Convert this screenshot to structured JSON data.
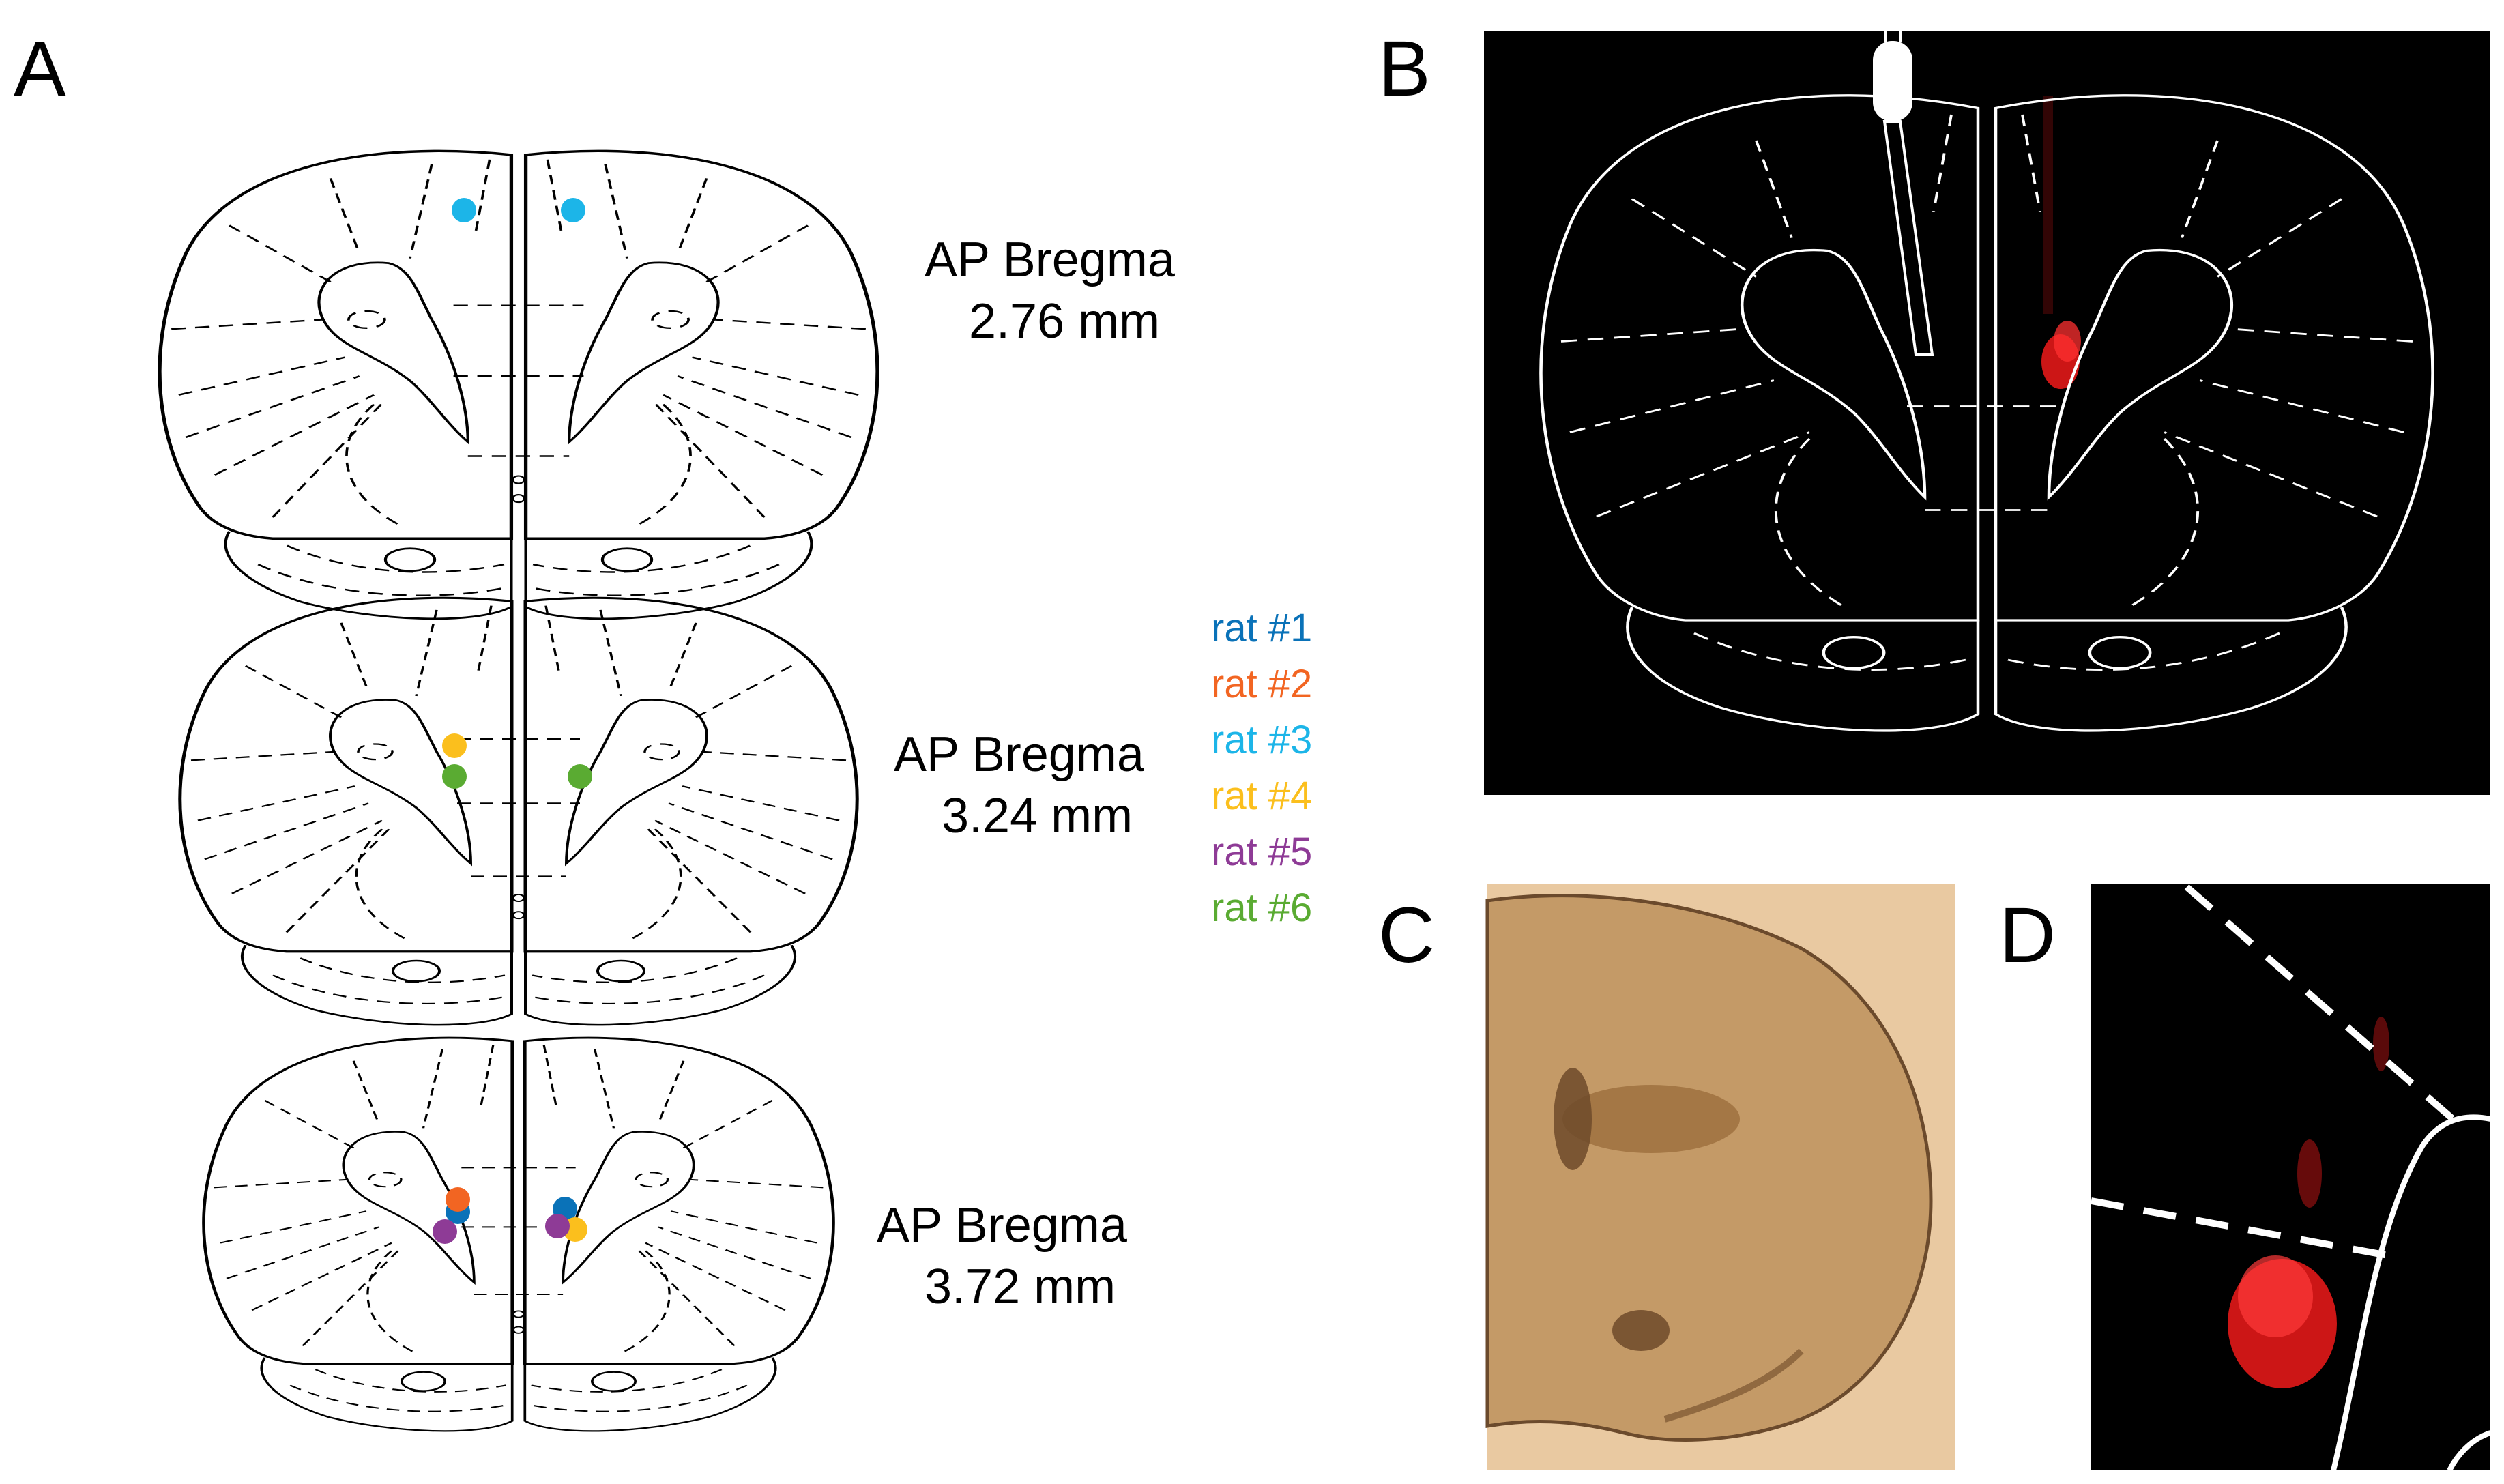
{
  "panels": {
    "a": {
      "letter": "A"
    },
    "b": {
      "letter": "B"
    },
    "c": {
      "letter": "C"
    },
    "d": {
      "letter": "D"
    }
  },
  "sections": [
    {
      "label_line1": "AP Bregma",
      "label_line2": "2.76 mm"
    },
    {
      "label_line1": "AP Bregma",
      "label_line2": "3.24 mm"
    },
    {
      "label_line1": "AP Bregma",
      "label_line2": "3.72 mm"
    }
  ],
  "legend": [
    {
      "label": "rat #1",
      "color": "#0a72b8"
    },
    {
      "label": "rat #2",
      "color": "#f26522"
    },
    {
      "label": "rat #3",
      "color": "#1cb5e8"
    },
    {
      "label": "rat #4",
      "color": "#fbbf1d"
    },
    {
      "label": "rat #5",
      "color": "#8e3b96"
    },
    {
      "label": "rat #6",
      "color": "#5aab32"
    }
  ],
  "colors": {
    "fluorescence": "#e21818",
    "tissue_slice": "#c49a67",
    "tissue_background": "#e9c9a1",
    "image_background": "#000000"
  }
}
